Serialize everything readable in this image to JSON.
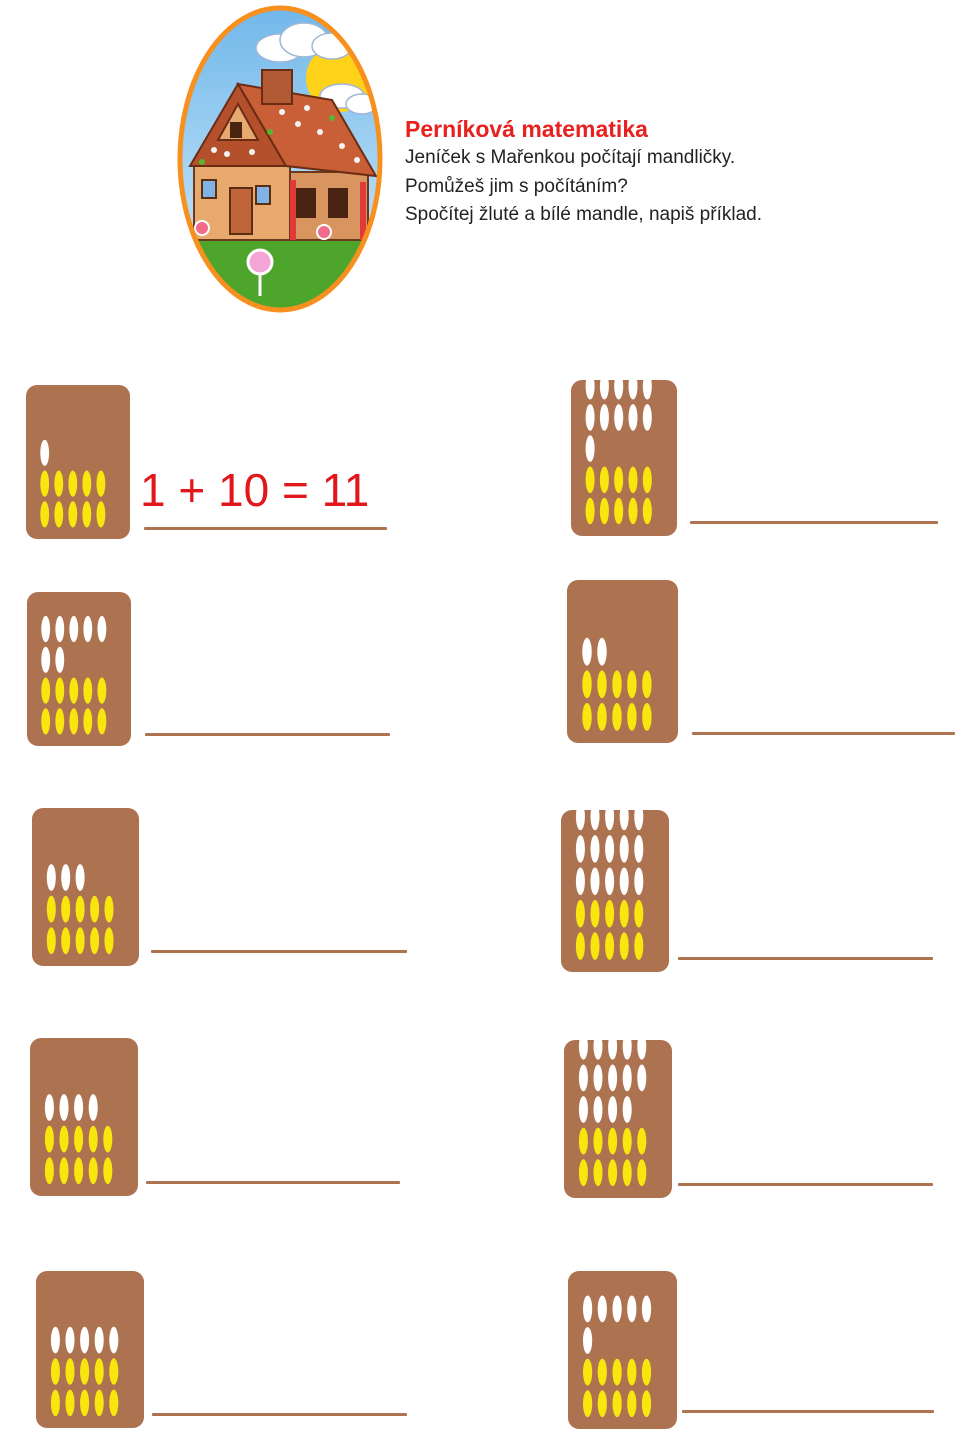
{
  "worksheet": {
    "title": "Perníková matematika",
    "lines": [
      "Jeníček s Mařenkou počítají mandličky.",
      "Pomůžeš jim s počítáním?",
      "Spočítej žluté a bílé mandle, napiš příklad."
    ],
    "example_answer": "1 + 10 = 11"
  },
  "colors": {
    "title": "#e8201e",
    "answer": "#e2171b",
    "card": "#ad7350",
    "yellow_almond": "#fae60f",
    "white_almond": "#ffffff",
    "answer_line": "#ad7350"
  },
  "exercises": [
    {
      "white": 1,
      "yellow": 10
    },
    {
      "white": 11,
      "yellow": 10
    },
    {
      "white": 7,
      "yellow": 10
    },
    {
      "white": 2,
      "yellow": 10
    },
    {
      "white": 3,
      "yellow": 10
    },
    {
      "white": 15,
      "yellow": 10
    },
    {
      "white": 4,
      "yellow": 10
    },
    {
      "white": 14,
      "yellow": 10
    },
    {
      "white": 5,
      "yellow": 10
    },
    {
      "white": 6,
      "yellow": 10
    }
  ]
}
